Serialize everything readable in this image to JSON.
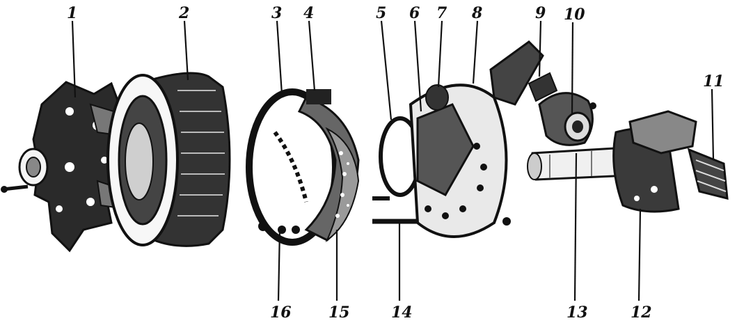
{
  "labels": {
    "l1": "1",
    "l2": "2",
    "l3": "3",
    "l4": "4",
    "l5": "5",
    "l6": "6",
    "l7": "7",
    "l8": "8",
    "l9": "9",
    "l10": "10",
    "l11": "11",
    "l12": "12",
    "l13": "13",
    "l14": "14",
    "l15": "15",
    "l16": "16"
  },
  "colors": {
    "ink": "#111111",
    "paper": "#ffffff",
    "shade": "#555555"
  }
}
